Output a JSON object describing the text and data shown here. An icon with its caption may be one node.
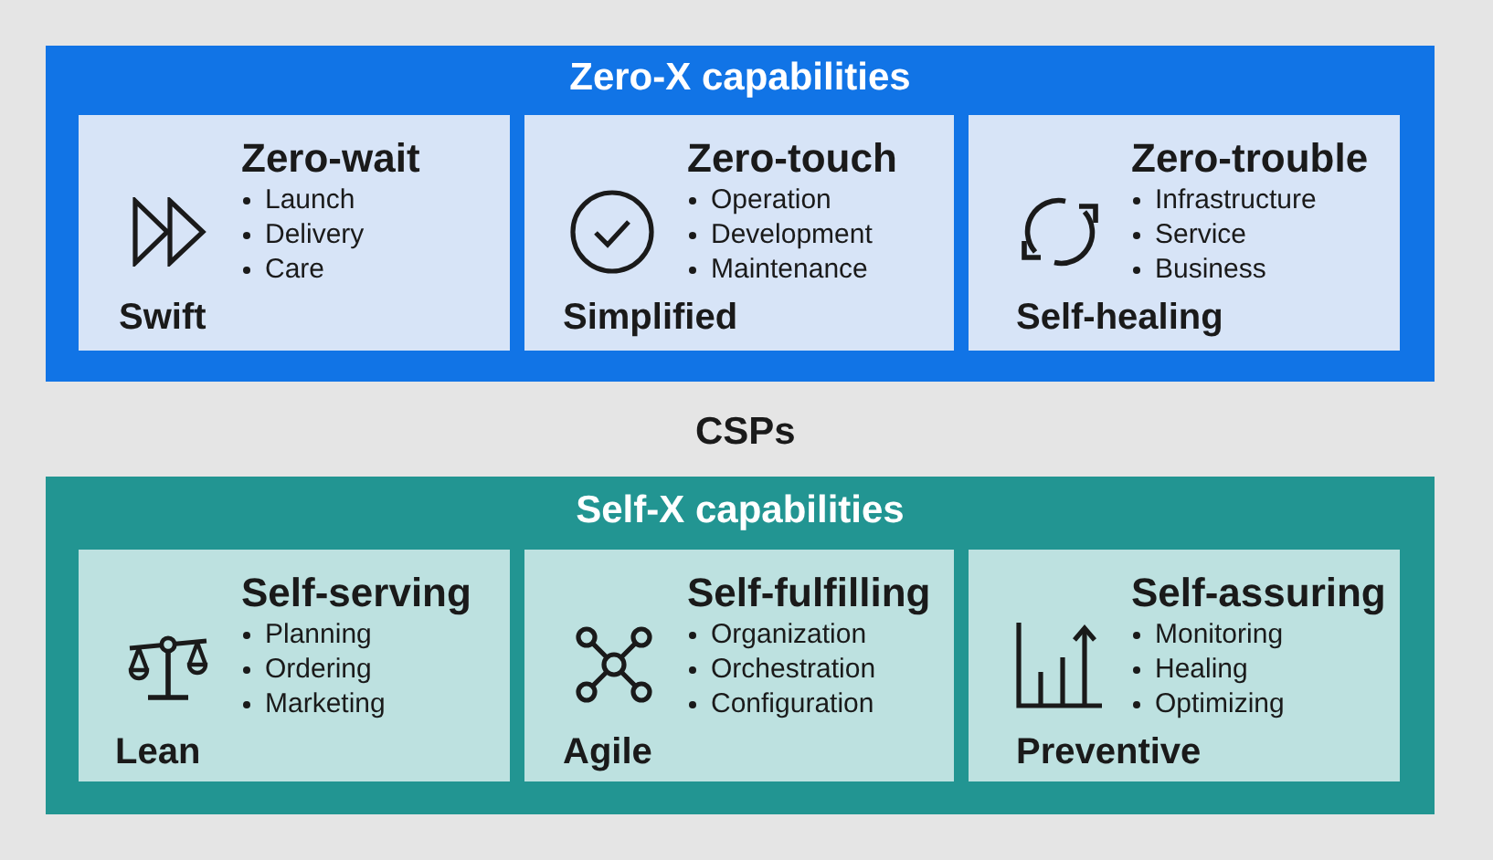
{
  "diagram": {
    "nodes": [
      {
        "text": [
          "Zero-X capabilities"
        ]
      },
      {
        "text": [
          "Zero-wait",
          "Launch",
          "Delivery",
          "Care",
          "Swift"
        ],
        "in": 0
      },
      {
        "text": [
          "Zero-touch",
          "Operation",
          "Development",
          "Maintenance",
          "Simplified"
        ],
        "in": 0
      },
      {
        "text": [
          "Zero-trouble",
          "Infrastructure",
          "Service",
          "Business",
          "Self-healing"
        ],
        "in": 0
      },
      {
        "text": [
          "Self-X capabilities"
        ]
      },
      {
        "text": [
          "Self-serving",
          "Planning",
          "Ordering",
          "Marketing",
          "Lean"
        ],
        "in": 4
      },
      {
        "text": [
          "Self-fulfilling",
          "Organization",
          "Orchestration",
          "Configuration",
          "Agile"
        ],
        "in": 4
      },
      {
        "text": [
          "Self-assuring",
          "Monitoring",
          "Healing",
          "Optimizing",
          "Preventive"
        ],
        "in": 4
      }
    ],
    "edges": [],
    "labels": [
      "CSPs"
    ]
  }
}
